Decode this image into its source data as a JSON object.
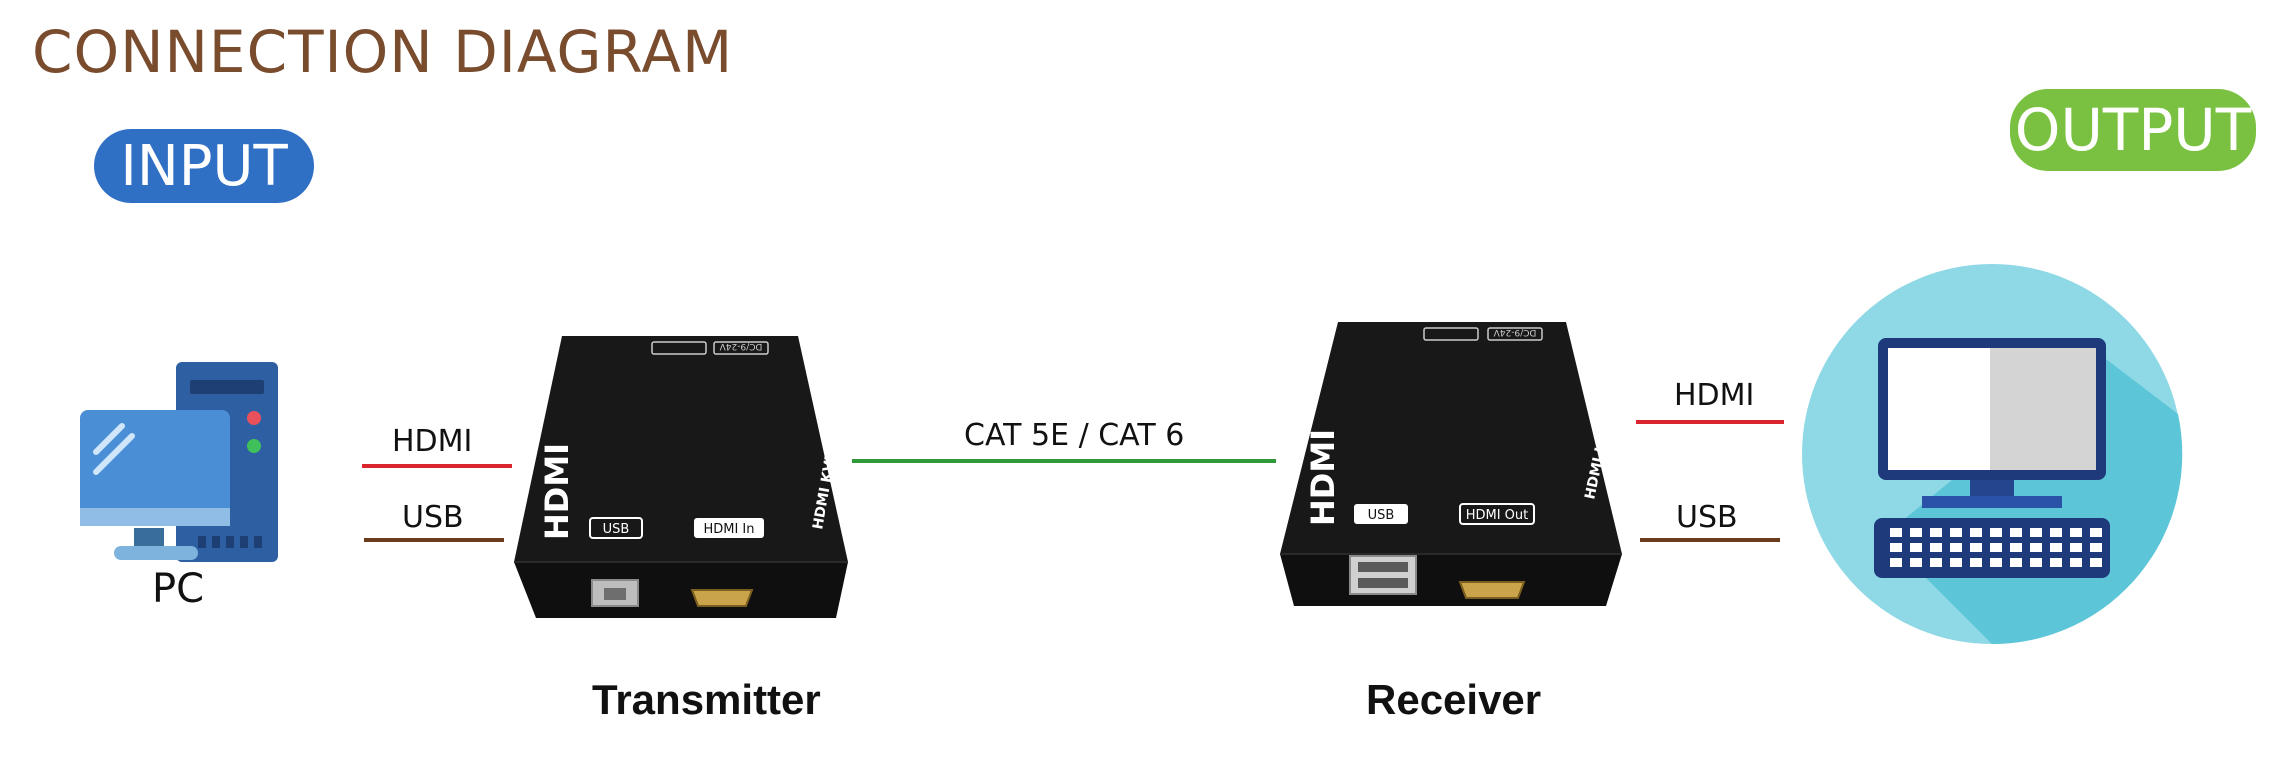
{
  "title": "CONNECTION DIAGRAM",
  "input_label": "INPUT",
  "output_label": "OUTPUT",
  "pc_label": "PC",
  "left_hdmi_label": "HDMI",
  "left_usb_label": "USB",
  "cable_label": "CAT 5E / CAT 6",
  "right_hdmi_label": "HDMI",
  "right_usb_label": "USB",
  "transmitter": {
    "name": "Transmitter",
    "brand": "HDMI",
    "side_text": "HDMI KVM Extender ● Transmitter",
    "port_usb": "USB",
    "port_hdmi": "HDMI In",
    "power_label": "DC/9-24V"
  },
  "receiver": {
    "name": "Receiver",
    "brand": "HDMI",
    "side_text": "HDMI KVM Extender ● Receiver",
    "port_usb": "USB",
    "port_hdmi": "HDMI Out",
    "power_label": "DC/9-24V"
  },
  "colors": {
    "title": "#7a4c2e",
    "input_pill": "#2f6fc4",
    "output_pill": "#7ac142",
    "hdmi_line": "#d9262e",
    "usb_line": "#6b3b1e",
    "cat_line": "#2e9a3a",
    "device_body": "#141414",
    "monitor_circle": "#8fd9e6"
  }
}
